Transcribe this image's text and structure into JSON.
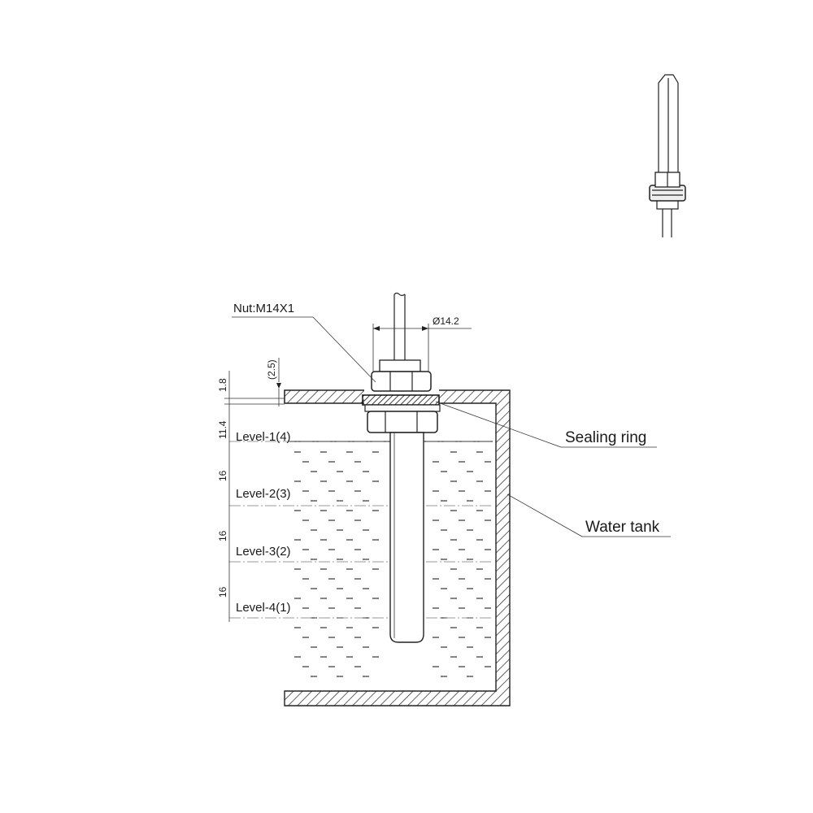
{
  "labels": {
    "nut": "Nut:M14X1",
    "diameter": "Ø14.2",
    "sealing_ring": "Sealing ring",
    "water_tank": "Water tank"
  },
  "levels": [
    {
      "label": "Level-1(4)"
    },
    {
      "label": "Level-2(3)"
    },
    {
      "label": "Level-3(2)"
    },
    {
      "label": "Level-4(1)"
    }
  ],
  "dimensions": {
    "top_offset": "(2.5)",
    "wall": "1.8",
    "seg1": "11.4",
    "seg2": "16",
    "seg3": "16",
    "seg4": "16"
  }
}
